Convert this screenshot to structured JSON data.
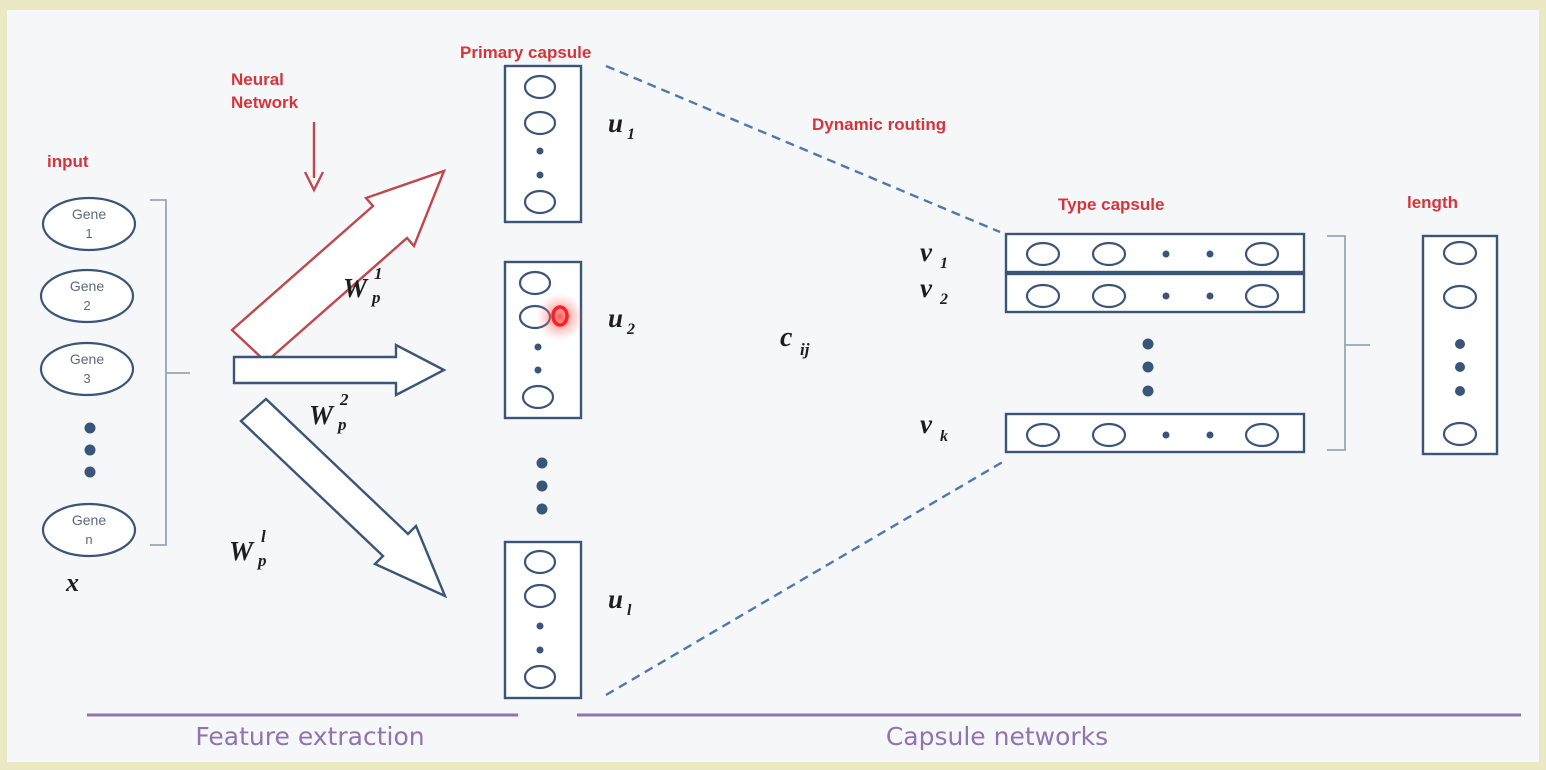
{
  "labels": {
    "input": "input",
    "neural_network_line1": "Neural",
    "neural_network_line2": "Network",
    "primary_capsule": "Primary capsule",
    "dynamic_routing": "Dynamic routing",
    "type_capsule": "Type capsule",
    "length": "length",
    "feature_extraction": "Feature extraction",
    "capsule_networks": "Capsule networks"
  },
  "genes": [
    {
      "word": "Gene",
      "index": "1"
    },
    {
      "word": "Gene",
      "index": "2"
    },
    {
      "word": "Gene",
      "index": "3"
    },
    {
      "word": "Gene",
      "index": "n"
    }
  ],
  "math": {
    "x": "x",
    "wp1": {
      "base": "W",
      "sub": "p",
      "sup": "1"
    },
    "wp2": {
      "base": "W",
      "sub": "p",
      "sup": "2"
    },
    "wpl": {
      "base": "W",
      "sub": "p",
      "sup": "l"
    },
    "u1": {
      "base": "u",
      "sub": "1"
    },
    "u2": {
      "base": "u",
      "sub": "2"
    },
    "ul": {
      "base": "u",
      "sub": "l"
    },
    "cij": {
      "base": "c",
      "sub": "ij"
    },
    "v1": {
      "base": "v",
      "sub": "1"
    },
    "v2": {
      "base": "v",
      "sub": "2"
    },
    "vk": {
      "base": "v",
      "sub": "k"
    }
  },
  "colors": {
    "red_label": "#d6343a",
    "stroke_blue": "#3b5578",
    "red_arrow": "#c0474c",
    "dashed_line": "#4f78b0",
    "purple_section": "#8e74b0",
    "cursor_highlight": "#ff2222"
  }
}
